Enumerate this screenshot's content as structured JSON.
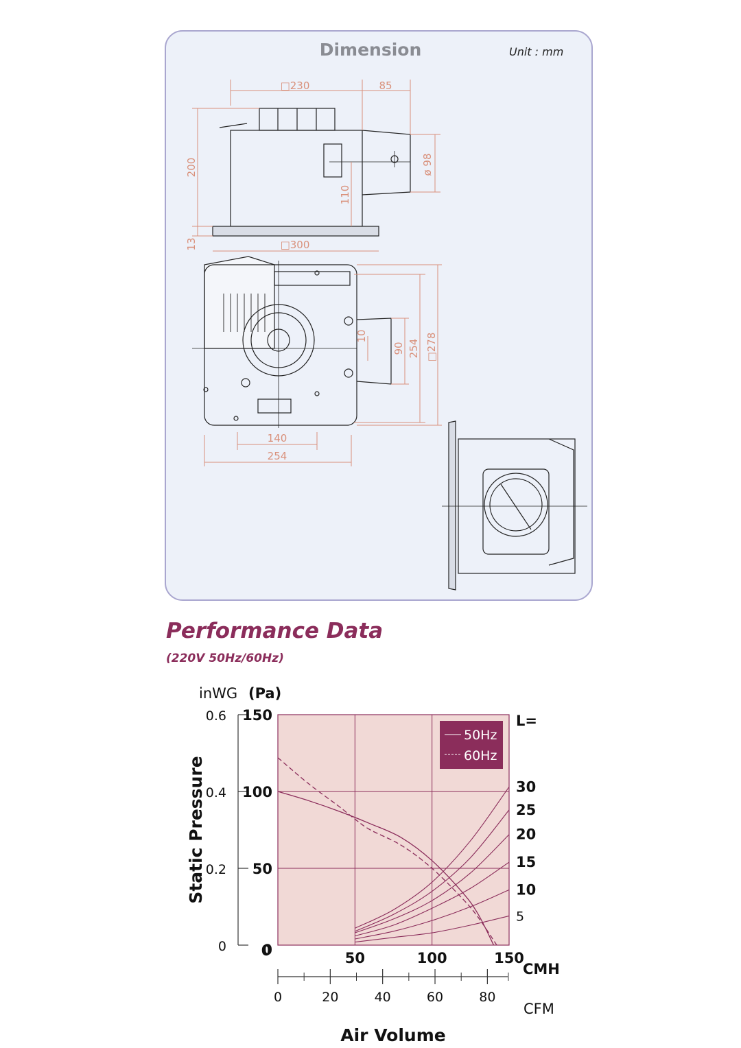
{
  "dimension": {
    "title": "Dimension",
    "unit": "Unit : mm",
    "labels": {
      "w230": "□230",
      "w85": "85",
      "h200": "200",
      "h110": "110",
      "d98": "ø 98",
      "h13": "13",
      "w300": "□300",
      "v10": "10",
      "v90": "90",
      "v254": "254",
      "v278": "□278",
      "w140": "140",
      "w254": "254"
    }
  },
  "performance": {
    "title": "Performance Data",
    "subtitle": "(220V 50Hz/60Hz)"
  },
  "colors": {
    "dim_line": "#d9907a",
    "panel_border": "#a9a6cf",
    "panel_bg": "#edf1f9",
    "accent": "#8b2d5b",
    "plot_bg": "#f1d9d6",
    "curve": "#8b2d5b"
  },
  "chart_data": {
    "type": "line",
    "xlabel": "Air Volume",
    "ylabel": "Static Pressure",
    "x_unit_primary": "CMH",
    "x_unit_secondary": "CFM",
    "y_unit_primary": "(Pa)",
    "y_unit_secondary": "inWG",
    "xlim": [
      0,
      150
    ],
    "ylim": [
      0,
      150
    ],
    "x_ticks": [
      "50",
      "100",
      "150"
    ],
    "x_zero_label": "0",
    "y_ticks_pa": [
      "0",
      "50",
      "100",
      "150"
    ],
    "y_ticks_inwg": [
      "0",
      "0.2",
      "0.4",
      "0.6"
    ],
    "cfm_ticks": [
      "0",
      "20",
      "40",
      "60",
      "80"
    ],
    "cfm_ticks_minor": [
      10,
      30,
      50,
      70,
      88
    ],
    "grid": true,
    "legend": {
      "position": "top-right",
      "entries": [
        "50Hz",
        "60Hz"
      ]
    },
    "series": [
      {
        "name": "50Hz",
        "style": "solid",
        "x": [
          0,
          20,
          40,
          60,
          80,
          100,
          120,
          130,
          140
        ],
        "y": [
          100,
          94,
          87,
          79,
          70,
          55,
          34,
          20,
          0
        ]
      },
      {
        "name": "60Hz",
        "style": "dashed",
        "x": [
          0,
          20,
          40,
          50,
          60,
          80,
          100,
          120,
          130,
          142
        ],
        "y": [
          122,
          105,
          90,
          82,
          75,
          65,
          50,
          30,
          18,
          0
        ]
      }
    ],
    "duct_length_label": "L=",
    "duct_curves": [
      {
        "label": "30",
        "x": [
          50,
          75,
          100,
          125,
          150
        ],
        "y": [
          11,
          23,
          41,
          68,
          103
        ]
      },
      {
        "label": "25",
        "x": [
          50,
          75,
          100,
          125,
          150
        ],
        "y": [
          9,
          20,
          35,
          57,
          88
        ]
      },
      {
        "label": "20",
        "x": [
          50,
          75,
          100,
          125,
          150
        ],
        "y": [
          8,
          17,
          29,
          47,
          72
        ]
      },
      {
        "label": "15",
        "x": [
          50,
          75,
          100,
          125,
          150
        ],
        "y": [
          6,
          13,
          24,
          37,
          54
        ]
      },
      {
        "label": "10",
        "x": [
          50,
          75,
          100,
          125,
          150
        ],
        "y": [
          4,
          9,
          16,
          25,
          36
        ]
      },
      {
        "label": "5",
        "x": [
          50,
          75,
          100,
          125,
          150
        ],
        "y": [
          2,
          5,
          8,
          13,
          19
        ]
      }
    ]
  }
}
